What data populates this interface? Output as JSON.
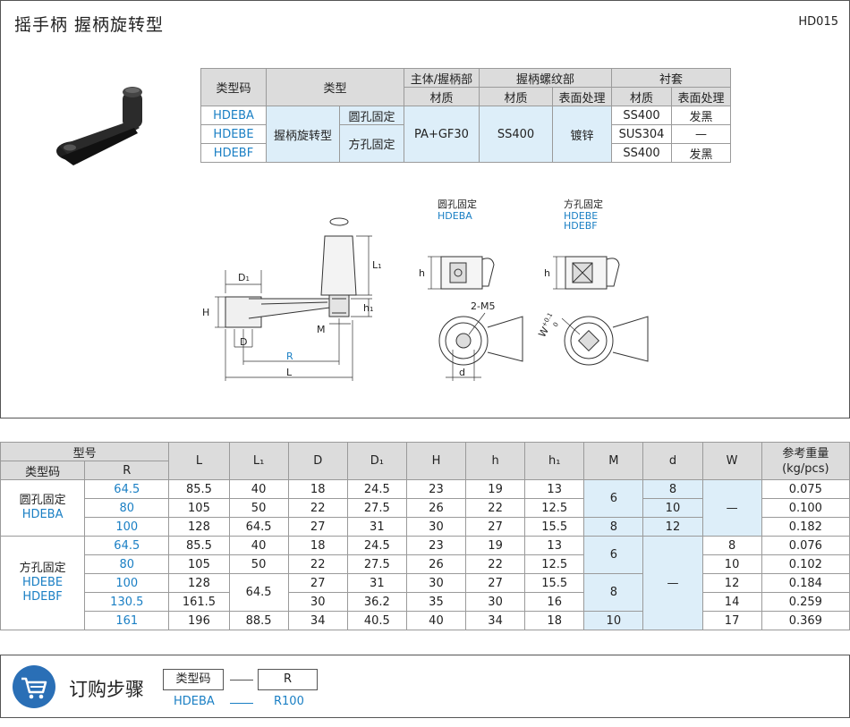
{
  "title": "摇手柄  握柄旋转型",
  "doc_code": "HD015",
  "spec_table": {
    "h_type_code": "类型码",
    "h_type": "类型",
    "h_body": "主体/握柄部",
    "h_thread": "握柄螺纹部",
    "h_bushing": "衬套",
    "h_material": "材质",
    "h_surface": "表面处理",
    "type_name": "握柄旋转型",
    "round_fix": "圆孔固定",
    "square_fix": "方孔固定",
    "body_material": "PA+GF30",
    "thread_material": "SS400",
    "thread_surface": "镀锌",
    "rows": [
      {
        "code": "HDEBA",
        "bush_mat": "SS400",
        "bush_surf": "发黑"
      },
      {
        "code": "HDEBE",
        "bush_mat": "SUS304",
        "bush_surf": "—"
      },
      {
        "code": "HDEBF",
        "bush_mat": "SS400",
        "bush_surf": "发黑"
      }
    ]
  },
  "drawing": {
    "round_label": "圆孔固定",
    "round_code": "HDEBA",
    "square_label": "方孔固定",
    "square_code1": "HDEBE",
    "square_code2": "HDEBF",
    "D1": "D",
    "D1_sub": "1",
    "L1": "L",
    "L1_sub": "1",
    "h1": "h",
    "h1_sub": "1",
    "H": "H",
    "h": "h",
    "M": "M",
    "D": "D",
    "R": "R",
    "L": "L",
    "m5": "2-M5",
    "d": "d",
    "W": "W",
    "W_sup": "+0.1",
    "W_sub": "0"
  },
  "dim_table": {
    "h_model": "型号",
    "h_type_code": "类型码",
    "h_R": "R",
    "columns": [
      "L",
      "L₁",
      "D",
      "D₁",
      "H",
      "h",
      "h₁",
      "M",
      "d",
      "W"
    ],
    "h_weight1": "参考重量",
    "h_weight2": "(kg/pcs)",
    "round_label": "圆孔固定",
    "round_code": "HDEBA",
    "square_label": "方孔固定",
    "square_code1": "HDEBE",
    "square_code2": "HDEBF",
    "dash": "—",
    "round_rows": [
      {
        "R": "64.5",
        "L": "85.5",
        "L1": "40",
        "D": "18",
        "D1": "24.5",
        "H": "23",
        "h": "19",
        "h1": "13",
        "d": "8",
        "weight": "0.075"
      },
      {
        "R": "80",
        "L": "105",
        "L1": "50",
        "D": "22",
        "D1": "27.5",
        "H": "26",
        "h": "22",
        "h1": "12.5",
        "d": "10",
        "weight": "0.100"
      },
      {
        "R": "100",
        "L": "128",
        "L1": "64.5",
        "D": "27",
        "D1": "31",
        "H": "30",
        "h": "27",
        "h1": "15.5",
        "M": "8",
        "d": "12",
        "weight": "0.182"
      }
    ],
    "round_M_merged": "6",
    "square_rows": [
      {
        "R": "64.5",
        "L": "85.5",
        "L1": "40",
        "D": "18",
        "D1": "24.5",
        "H": "23",
        "h": "19",
        "h1": "13",
        "W": "8",
        "weight": "0.076"
      },
      {
        "R": "80",
        "L": "105",
        "L1": "50",
        "D": "22",
        "D1": "27.5",
        "H": "26",
        "h": "22",
        "h1": "12.5",
        "W": "10",
        "weight": "0.102"
      },
      {
        "R": "100",
        "L": "128",
        "D": "27",
        "D1": "31",
        "H": "30",
        "h": "27",
        "h1": "15.5",
        "W": "12",
        "weight": "0.184"
      },
      {
        "R": "130.5",
        "L": "161.5",
        "D": "30",
        "D1": "36.2",
        "H": "35",
        "h": "30",
        "h1": "16",
        "W": "14",
        "weight": "0.259"
      },
      {
        "R": "161",
        "L": "196",
        "L1": "88.5",
        "D": "34",
        "D1": "40.5",
        "H": "40",
        "h": "34",
        "h1": "18",
        "M": "10",
        "W": "17",
        "weight": "0.369"
      }
    ],
    "square_M_6": "6",
    "square_M_8": "8",
    "square_L1_merged": "64.5"
  },
  "order": {
    "title": "订购步骤",
    "box1": "类型码",
    "box2": "R",
    "example1": "HDEBA",
    "example2": "R100"
  },
  "colors": {
    "accent": "#1a7fc4",
    "header_bg": "#dcdcdc",
    "light_bg": "#ddeef9",
    "cart_icon": "#2a6fb6"
  }
}
